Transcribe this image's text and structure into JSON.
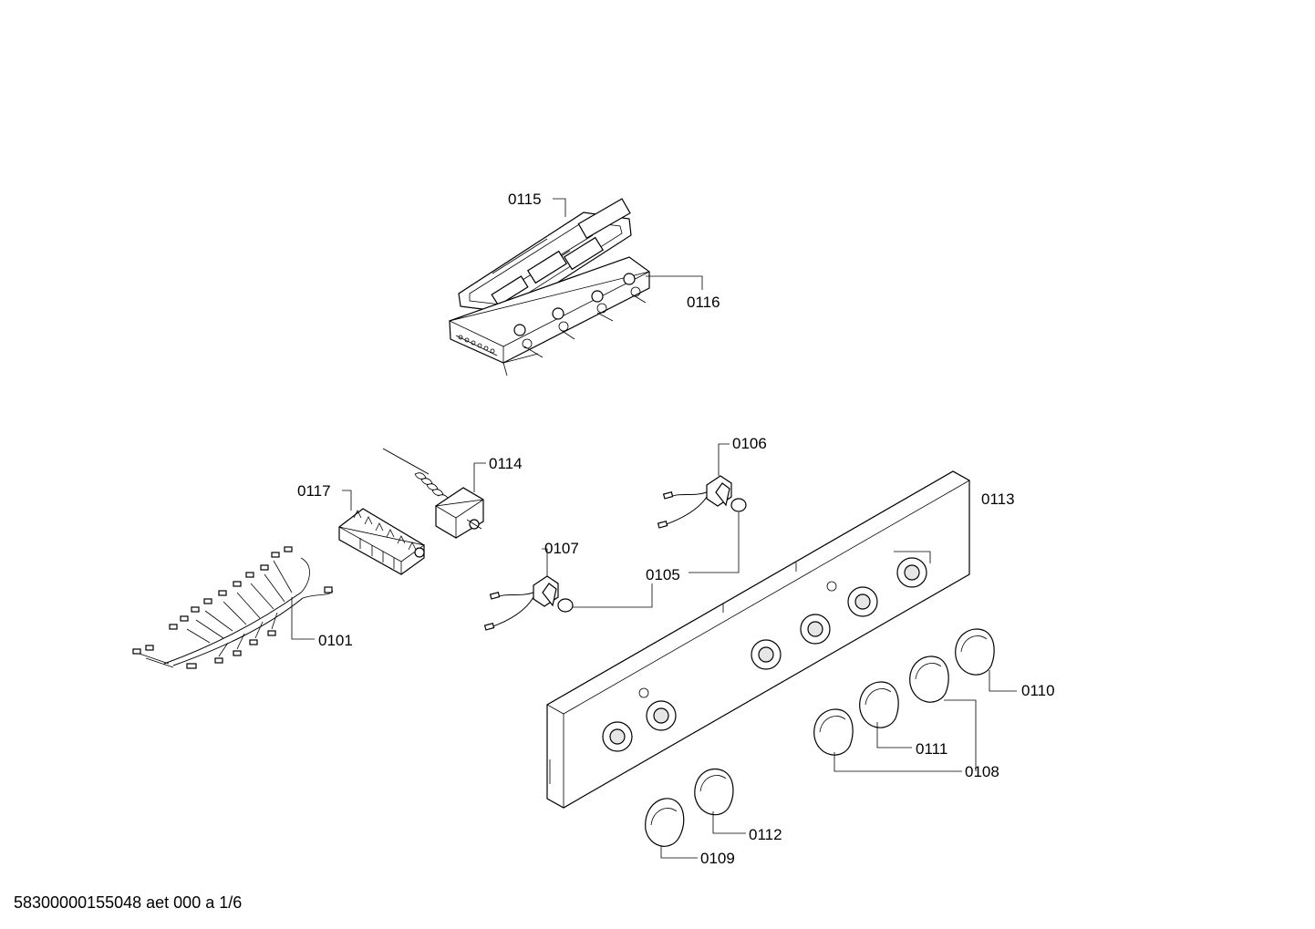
{
  "parts": [
    {
      "id": "0115",
      "label": "0115"
    },
    {
      "id": "0116",
      "label": "0116"
    },
    {
      "id": "0114",
      "label": "0114"
    },
    {
      "id": "0117",
      "label": "0117"
    },
    {
      "id": "0106",
      "label": "0106"
    },
    {
      "id": "0113",
      "label": "0113"
    },
    {
      "id": "0107",
      "label": "0107"
    },
    {
      "id": "0105",
      "label": "0105"
    },
    {
      "id": "0101",
      "label": "0101"
    },
    {
      "id": "0110",
      "label": "0110"
    },
    {
      "id": "0111",
      "label": "0111"
    },
    {
      "id": "0108",
      "label": "0108"
    },
    {
      "id": "0112",
      "label": "0112"
    },
    {
      "id": "0109",
      "label": "0109"
    }
  ],
  "footer": {
    "document_code": "58300000155048 aet 000 a 1/6"
  }
}
